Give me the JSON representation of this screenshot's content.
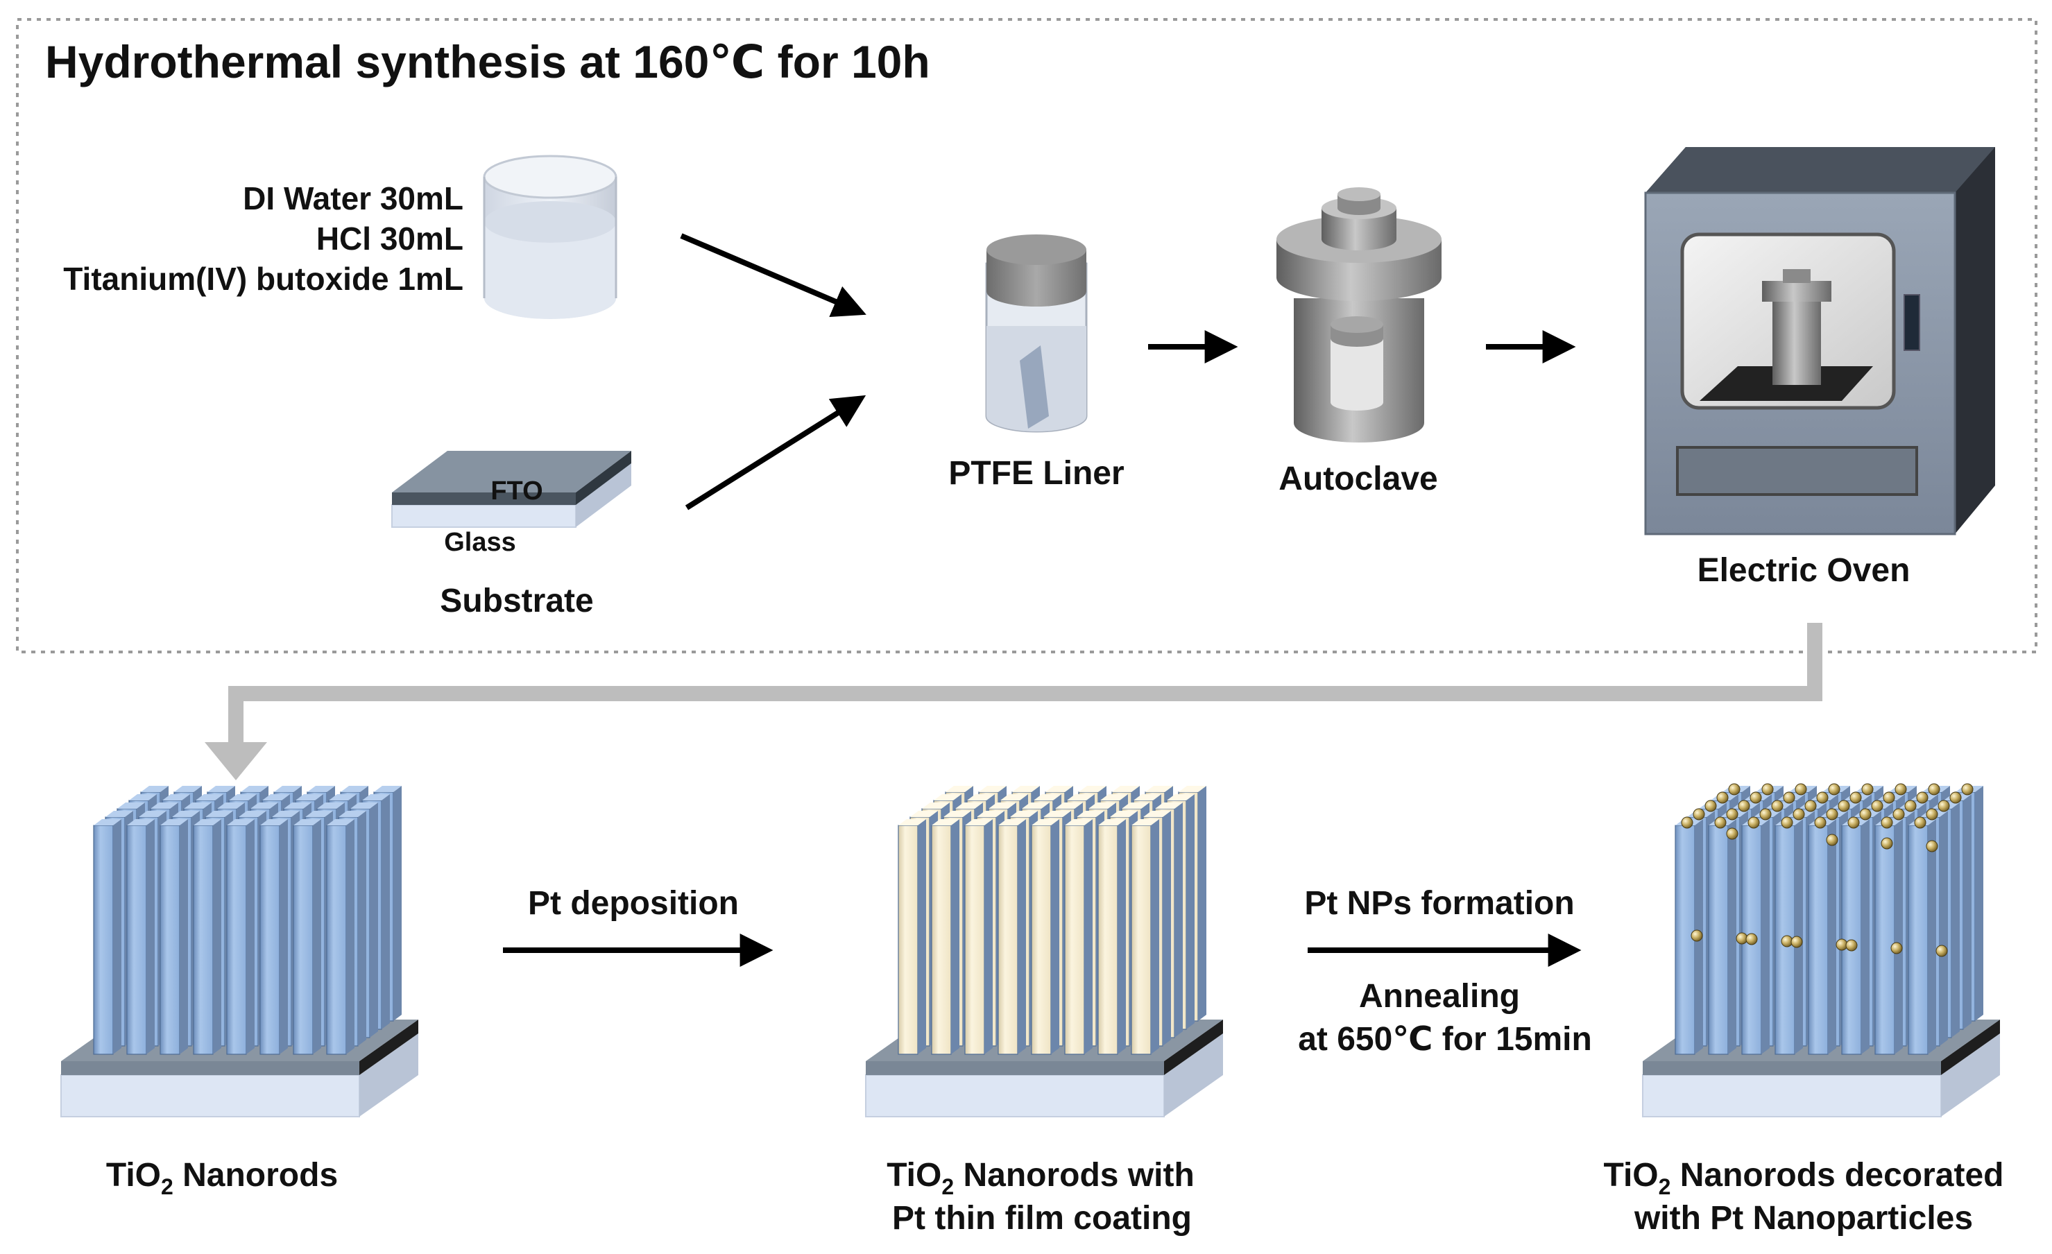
{
  "synthesis": {
    "title": "Hydrothermal synthesis at 160℃ for 10h",
    "reagents": [
      "DI Water 30mL",
      "HCl 30mL",
      "Titanium(IV) butoxide 1mL"
    ],
    "substrate": {
      "fto": "FTO",
      "glass": "Glass",
      "label": "Substrate"
    },
    "ptfe_label": "PTFE Liner",
    "autoclave_label": "Autoclave",
    "oven_label": "Electric Oven"
  },
  "process": {
    "stage1": {
      "label": "TiO",
      "sub": "2",
      "rest": " Nanorods"
    },
    "step1": "Pt deposition",
    "stage2": {
      "line1_pre": "TiO",
      "line1_sub": "2",
      "line1_post": " Nanorods with",
      "line2": "Pt thin film coating"
    },
    "step2": {
      "title": "Pt NPs formation",
      "line1": "Annealing",
      "line2": "at 650℃ for 15min"
    },
    "stage3": {
      "line1_pre": "TiO",
      "line1_sub": "2",
      "line1_post": " Nanorods decorated",
      "line2": "with Pt Nanoparticles"
    }
  },
  "colors": {
    "rod_blue": "#9dbde3",
    "rod_cream": "#f3ead0",
    "glass": "#dde6f4",
    "fto": "#7a8796",
    "black_film": "#1e1e1e",
    "nanoparticle": "#c8b26a",
    "flow_arrow": "#bdbdbd"
  }
}
